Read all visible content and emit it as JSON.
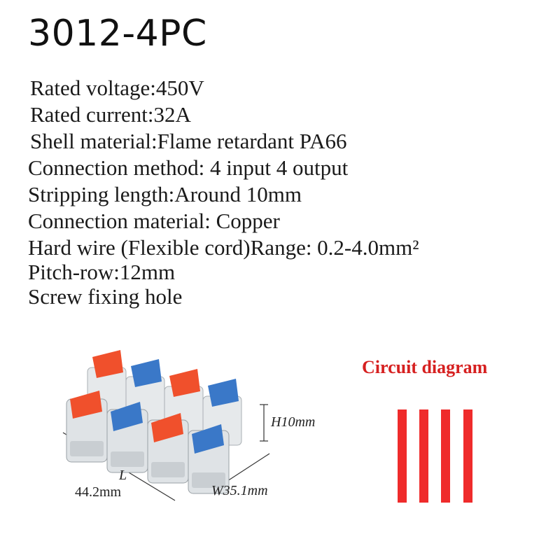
{
  "title": "3012-4PC",
  "specs": [
    "Rated voltage:450V",
    "Rated current:32A",
    "Shell material:Flame retardant PA66",
    "Connection method: 4 input 4 output",
    "Stripping length:Around 10mm",
    "Connection material: Copper",
    "Hard wire (Flexible cord)Range: 0.2-4.0mm²",
    "Pitch-row:12mm",
    "Screw fixing hole"
  ],
  "product_dimensions": {
    "height_label": "H10mm",
    "length_letter": "L",
    "length_value": "44.2mm",
    "width_label": "W35.1mm"
  },
  "circuit": {
    "title": "Circuit diagram",
    "line_count": 4,
    "line_color": "#ef2b2b"
  },
  "colors": {
    "lever_orange": "#f0502c",
    "lever_blue": "#3a78c8",
    "housing": "#d9dde0",
    "title_red": "#d62020"
  }
}
